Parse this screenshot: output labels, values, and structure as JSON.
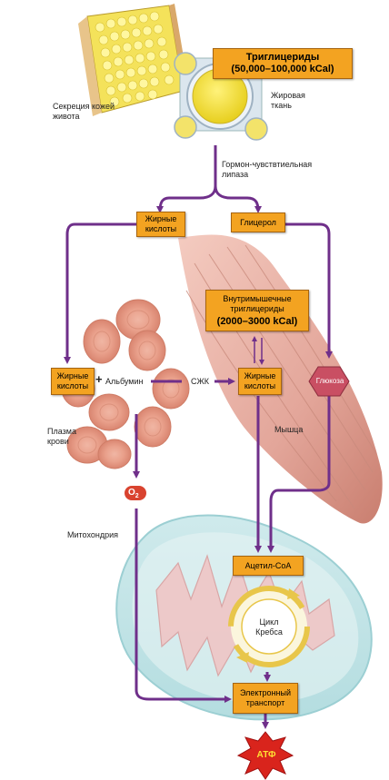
{
  "labels": {
    "triglycerides": "Триглицериды",
    "triglycerides_kcal": "(50,000–100,000 kCal)",
    "belly_skin_section": "Секреция кожей живота",
    "adipose_tissue": "Жировая ткань",
    "hormone_lipase": "Гормон-чувствтиельная липаза",
    "fatty_acids_top": "Жирные кислоты",
    "glycerol": "Глицерол",
    "intramuscular_tg": "Внутримышечные триглицериды",
    "intramuscular_kcal": "(2000–3000 kCal)",
    "fatty_acids_plasma": "Жирные кислоты",
    "albumin": "Альбумин",
    "ffa": "СЖК",
    "fatty_acids_muscle": "Жирные кислоты",
    "glucose": "Глюкоза",
    "plasma": "Плазма крови",
    "muscle": "Мышца",
    "o2_base": "O",
    "o2_sub": "2",
    "mitochondria": "Митохондрия",
    "acetyl_coa": "Ацетил-CoA",
    "krebs": "Цикл Кребса",
    "electron_transport": "Электронный транспорт",
    "atp": "АТФ",
    "plus": "+"
  },
  "colors": {
    "arrow": "#6f2f8a",
    "box": "#f3a321",
    "glucose_hex": "#c94f63",
    "o2": "#d9432f",
    "atp_star": "#d9241c",
    "atp_text": "#ffe033",
    "krebs_arrow": "#e8c64a"
  }
}
